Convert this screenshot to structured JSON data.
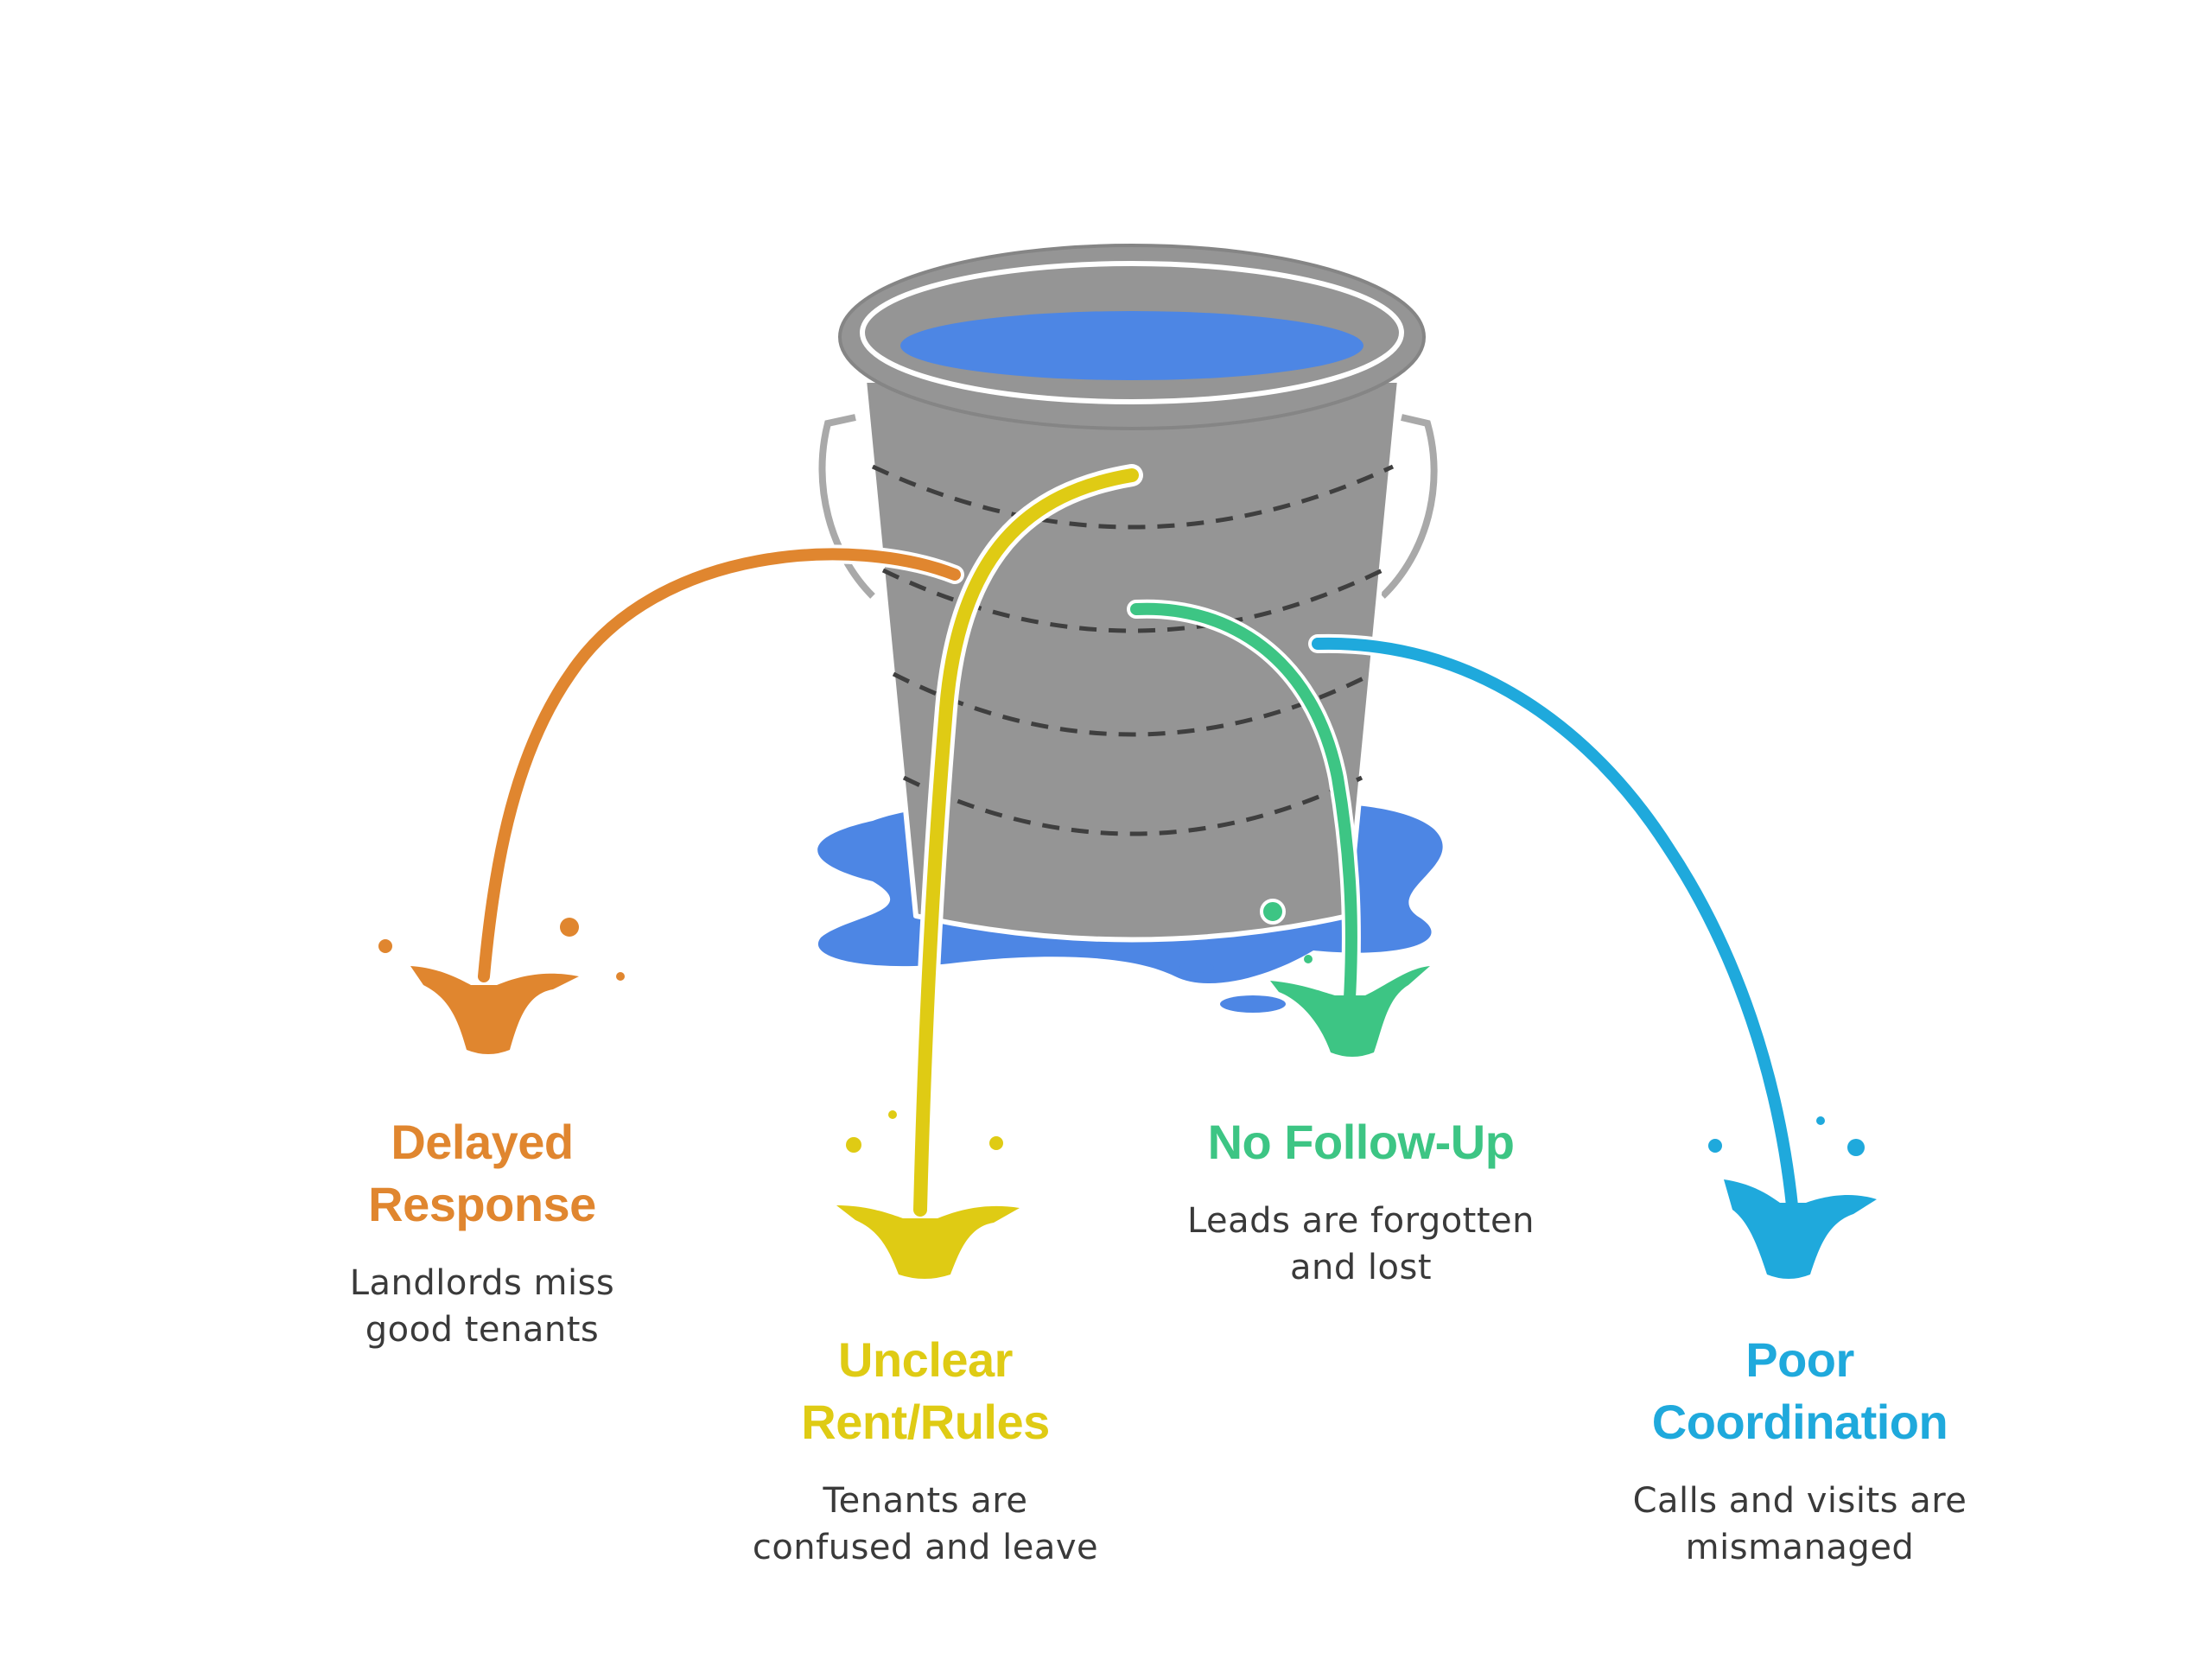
{
  "colors": {
    "bucket": "#959595",
    "bucket_outline": "#888888",
    "water": "#4d86e4",
    "dashes": "#3f3f3f",
    "handle": "#a9a9a9"
  },
  "icons": [
    "bucket-icon",
    "water-puddle-icon",
    "splash-icon"
  ],
  "leaks": [
    {
      "id": "delayed-response",
      "color": "#e0862f",
      "title_line1": "Delayed",
      "title_line2": "Response",
      "desc_line1": "Landlords miss",
      "desc_line2": "good tenants"
    },
    {
      "id": "unclear-rent-rules",
      "color": "#dfcb14",
      "title_line1": "Unclear",
      "title_line2": "Rent/Rules",
      "desc_line1": "Tenants are",
      "desc_line2": "confused and leave"
    },
    {
      "id": "no-follow-up",
      "color": "#3dc584",
      "title_line1": "No Follow-Up",
      "title_line2": "",
      "desc_line1": "Leads are forgotten",
      "desc_line2": "and lost"
    },
    {
      "id": "poor-coordination",
      "color": "#1fa9dc",
      "title_line1": "Poor",
      "title_line2": "Coordination",
      "desc_line1": "Calls and visits are",
      "desc_line2": "mismanaged"
    }
  ]
}
